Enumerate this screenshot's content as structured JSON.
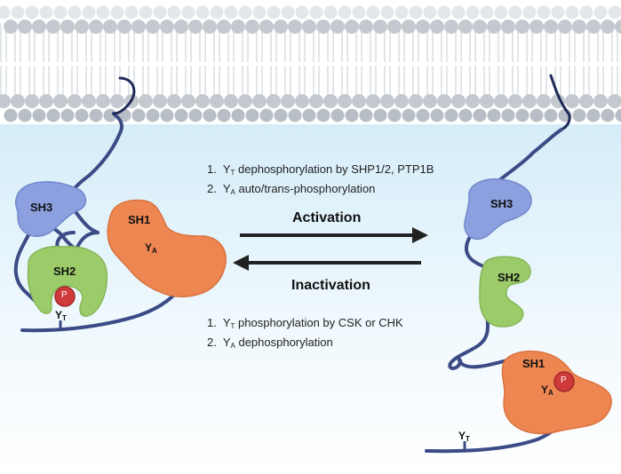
{
  "activation_steps": [
    {
      "num": "1.",
      "letter": "Y",
      "sub": "T",
      "text": " dephosphorylation by SHP1/2, PTP1B"
    },
    {
      "num": "2.",
      "letter": "Y",
      "sub": "A",
      "text": " auto/trans-phosphorylation"
    }
  ],
  "inactivation_steps": [
    {
      "num": "1.",
      "letter": "Y",
      "sub": "T",
      "text": " phosphorylation by CSK or CHK"
    },
    {
      "num": "2.",
      "letter": "Y",
      "sub": "A",
      "text": " dephosphorylation"
    }
  ],
  "arrows": {
    "forward": "Activation",
    "reverse": "Inactivation"
  },
  "domains": {
    "sh1": "SH1",
    "sh2": "SH2",
    "sh3": "SH3"
  },
  "tyrosines": {
    "letter": "Y",
    "tail_sub": "T",
    "activation_sub": "A"
  },
  "phospho_label": "P",
  "colors": {
    "membrane_head": "#c4c9cf",
    "cytoplasm": "#e4f3fb",
    "backbone": "#3b4b86",
    "sh3": "#8ca0e0",
    "sh2": "#9ccb6a",
    "sh1": "#ee8652",
    "phospho": "#cf3a3a",
    "arrow": "#222222"
  }
}
